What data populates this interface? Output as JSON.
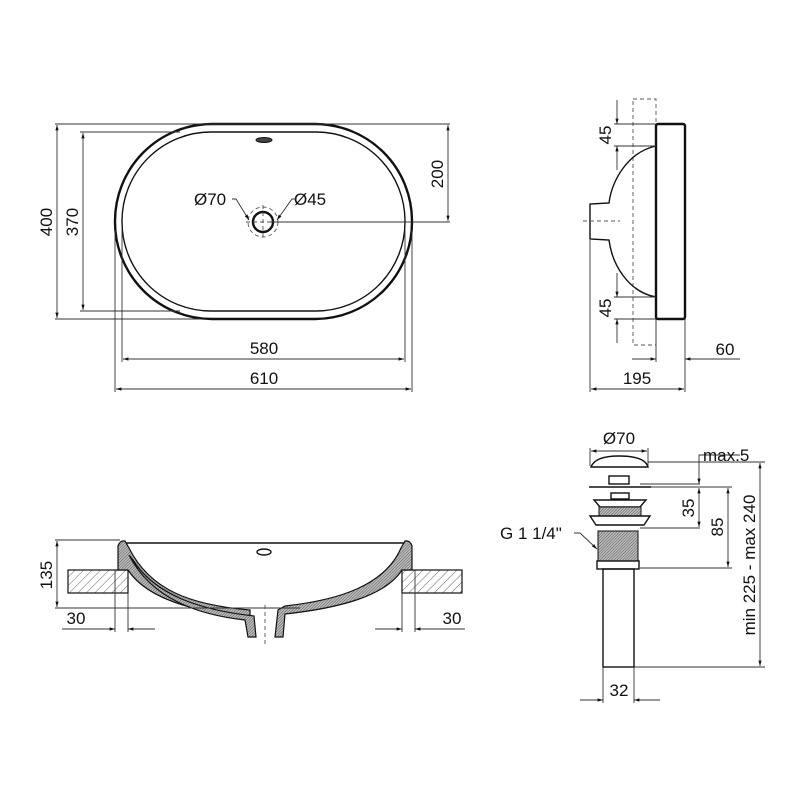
{
  "top_view": {
    "dim_width_outer": "610",
    "dim_width_inner": "580",
    "dim_depth_outer": "400",
    "dim_depth_inner": "370",
    "dim_drain_offset": "200",
    "dim_drain_outer": "Ø70",
    "dim_drain_inner": "Ø45"
  },
  "side_view": {
    "dim_top_margin": "45",
    "dim_bottom_margin": "45",
    "dim_total_height": "195",
    "dim_rim_height": "60"
  },
  "section_view": {
    "dim_height": "135",
    "dim_left_overlap": "30",
    "dim_right_overlap": "30"
  },
  "drain_assembly": {
    "dim_cap_diameter": "Ø70",
    "dim_cap_gap": "max.5",
    "dim_flange": "35",
    "dim_body": "85",
    "dim_total_length": "min 225 - max 240",
    "dim_pipe_diameter": "32",
    "thread_label": "G 1 1/4\""
  }
}
